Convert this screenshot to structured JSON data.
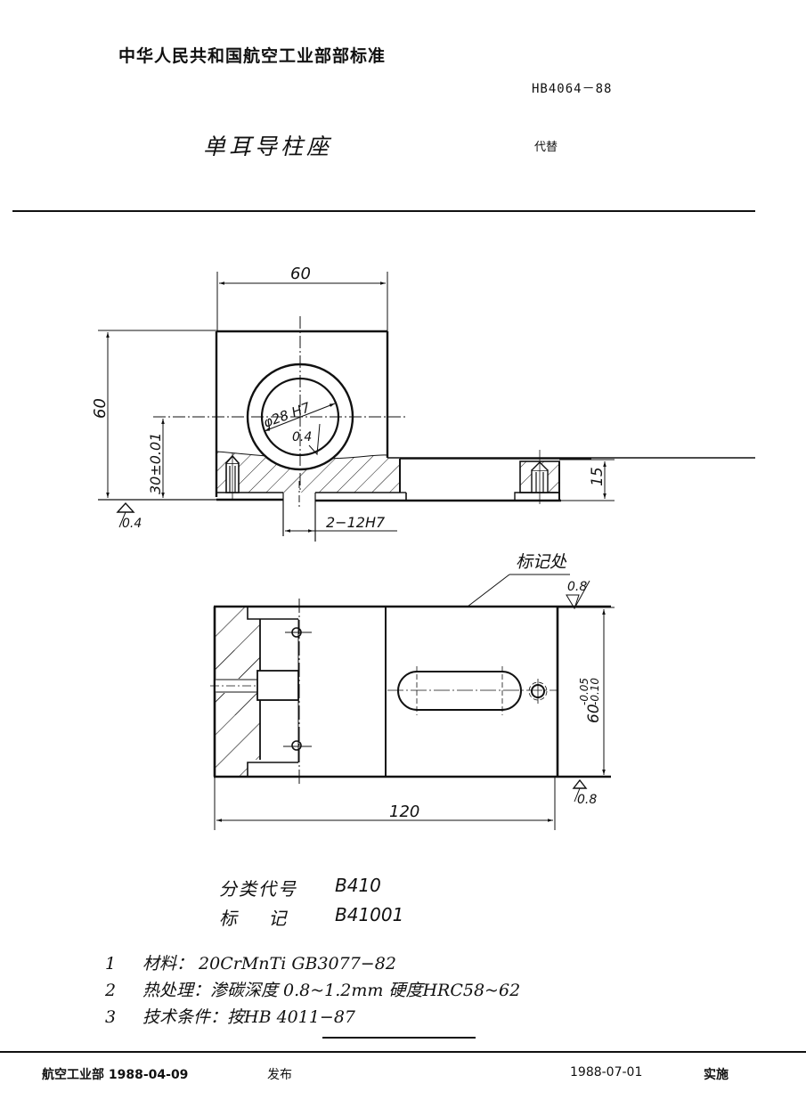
{
  "header": {
    "organization": "中华人民共和国航空工业部部标准",
    "standard_code": "HB4064－88",
    "title": "单耳导柱座",
    "replace_label": "代替"
  },
  "drawing": {
    "front_view": {
      "width_dim": "60",
      "height_dim": "60",
      "center_height_dim": "30±0.01",
      "bore_dim": "φ28 H7",
      "bore_roughness": "0.4",
      "base_roughness": "0.4",
      "pin_hole_dim": "2−12H7",
      "flange_height_dim": "15"
    },
    "top_view": {
      "marking_label": "标记处",
      "top_roughness": "0.8",
      "width_dim": "60",
      "width_tolerance_upper": "-0.05",
      "width_tolerance_lower": "-0.10",
      "length_dim": "120",
      "base_roughness": "0.8"
    }
  },
  "classification": {
    "code_label": "分类代号",
    "code_value": "B410",
    "mark_label": "标    记",
    "mark_value": "B41001"
  },
  "notes": [
    {
      "num": "1",
      "text": "材料：  20CrMnTi   GB3077−82"
    },
    {
      "num": "2",
      "text": "热处理：渗碳深度 0.8~1.2mm 硬度HRC58~62"
    },
    {
      "num": "3",
      "text": "技术条件：按HB 4011−87"
    }
  ],
  "footer": {
    "issuer": "航空工业部 1988-04-09",
    "issue_label": "发布",
    "effective_date": "1988-07-01",
    "effective_label": "实施"
  }
}
